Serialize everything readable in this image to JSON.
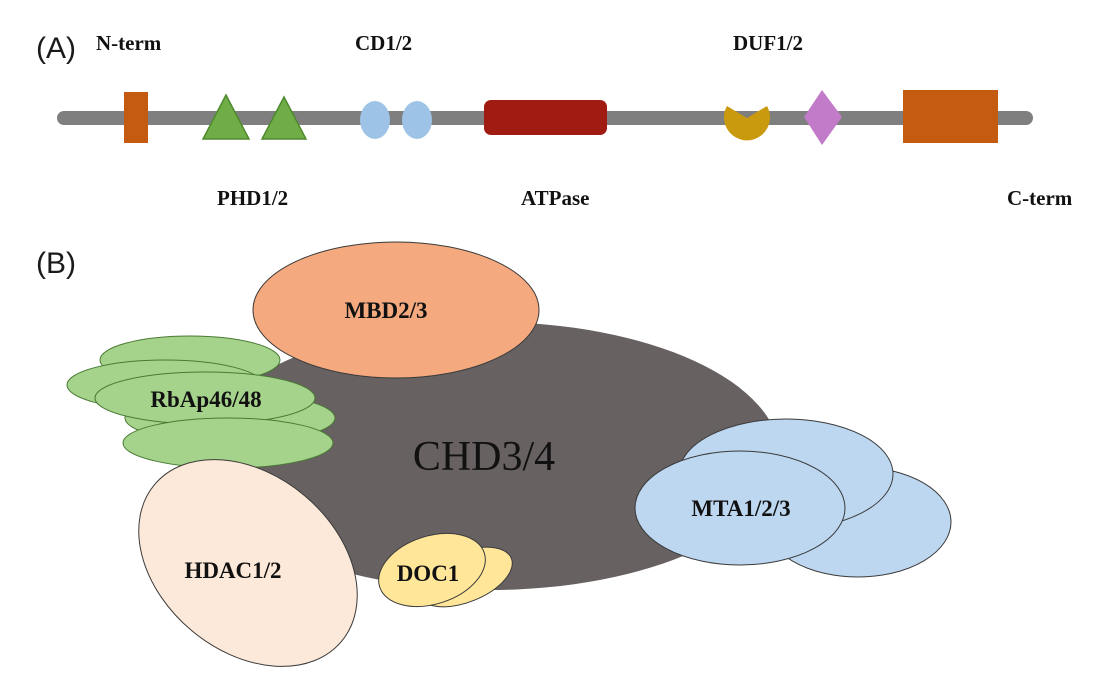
{
  "panel_a": {
    "label": "(A)",
    "labels": {
      "n_term": "N-term",
      "c_term": "C-term",
      "cd": "CD1/2",
      "duf": "DUF1/2",
      "phd": "PHD1/2",
      "atpase": "ATPase"
    },
    "colors": {
      "backbone": "#7f7f7f",
      "n_term_block": "#c55a11",
      "phd": "#70ad47",
      "cd": "#9dc3e6",
      "atpase": "#a01b12",
      "duf1": "#c99a0e",
      "duf2": "#c27bc9",
      "c_term_block": "#c55a11"
    }
  },
  "panel_b": {
    "label": "(B)",
    "labels": {
      "core": "CHD3/4",
      "mbd": "MBD2/3",
      "rbap": "RbAp46/48",
      "hdac": "HDAC1/2",
      "doc": "DOC1",
      "mta": "MTA1/2/3"
    },
    "colors": {
      "core": "#676161",
      "mbd": "#f4a97f",
      "rbap": "#a5d38b",
      "hdac": "#fde9d9",
      "doc": "#ffe699",
      "mta": "#bdd7f0"
    }
  }
}
